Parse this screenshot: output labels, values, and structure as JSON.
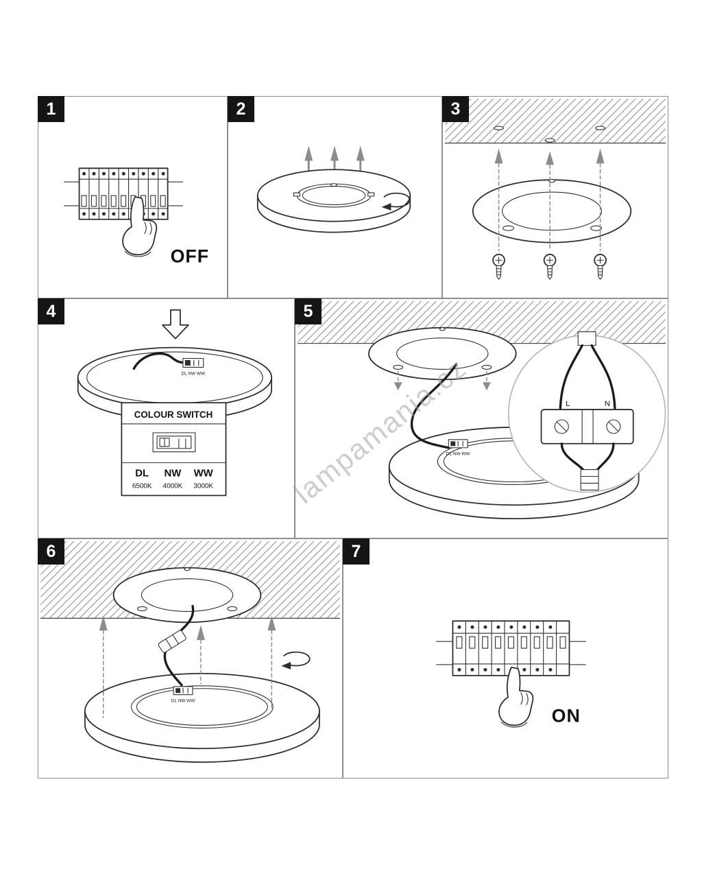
{
  "palette": {
    "line": "#2e2e2e",
    "muted_arrow": "#8c8c8c",
    "badge_background": "#151515",
    "badge_text": "#ffffff",
    "panel_border": "#8e8e8e",
    "watermark_gray": "#9d9d9d"
  },
  "watermark": "lampamania.cz",
  "steps": {
    "s1": {
      "number": "1",
      "state_label": "OFF"
    },
    "s2": {
      "number": "2"
    },
    "s3": {
      "number": "3"
    },
    "s4": {
      "number": "4",
      "panel_title": "COLOUR SWITCH",
      "switch_label": "DL NW WW",
      "modes": [
        "DL",
        "NW",
        "WW"
      ],
      "temperatures": [
        "6500K",
        "4000K",
        "3000K"
      ]
    },
    "s5": {
      "number": "5",
      "switch_label": "DL NW WW",
      "terminal_live": "L",
      "terminal_neutral": "N"
    },
    "s6": {
      "number": "6",
      "switch_label": "DL NW WW"
    },
    "s7": {
      "number": "7",
      "state_label": "ON"
    }
  }
}
